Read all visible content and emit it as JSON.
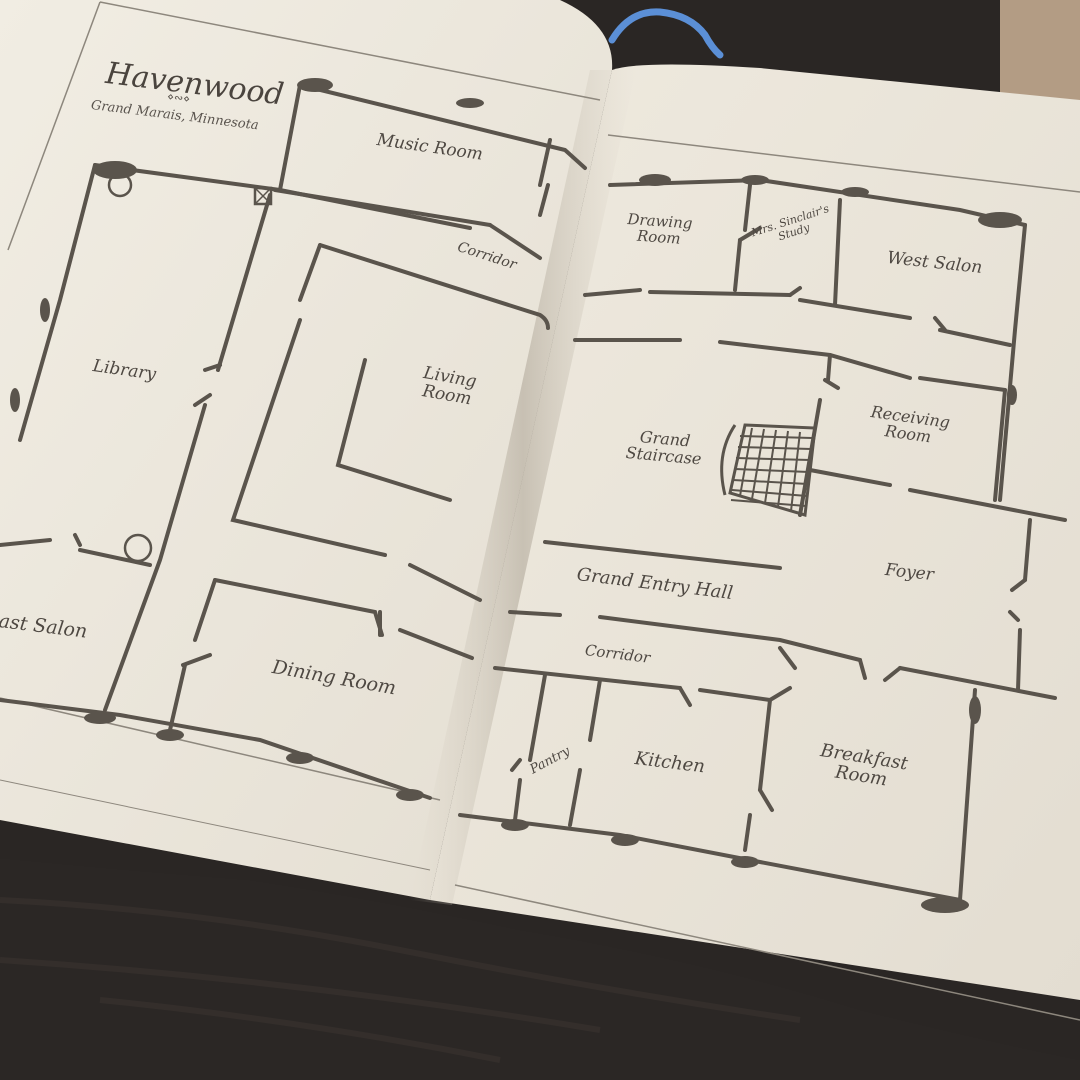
{
  "book": {
    "title": "Havenwood",
    "subtitle": "Grand Marais, Minnesota",
    "ornament": "⋄∾⋄"
  },
  "rooms": {
    "left_page": {
      "music_room": "Music Room",
      "corridor_top": "Corridor",
      "library": "Library",
      "living_room_line1": "Living",
      "living_room_line2": "Room",
      "east_salon": "ast Salon",
      "dining_room": "Dining Room"
    },
    "right_page": {
      "drawing_room_line1": "Drawing",
      "drawing_room_line2": "Room",
      "study_line1": "Mrs. Sinclair's",
      "study_line2": "Study",
      "west_salon": "West Salon",
      "grand_staircase_line1": "Grand",
      "grand_staircase_line2": "Staircase",
      "receiving_room_line1": "Receiving",
      "receiving_room_line2": "Room",
      "grand_entry_hall": "Grand Entry Hall",
      "foyer": "Foyer",
      "corridor_bottom": "Corridor",
      "pantry": "Pantry",
      "kitchen": "Kitchen",
      "breakfast_room_line1": "Breakfast",
      "breakfast_room_line2": "Room"
    }
  },
  "colors": {
    "paper": "#ece7dc",
    "ink": "#5a544c",
    "blanket": "#2b2725",
    "bookmark": "#5b8fd6"
  }
}
